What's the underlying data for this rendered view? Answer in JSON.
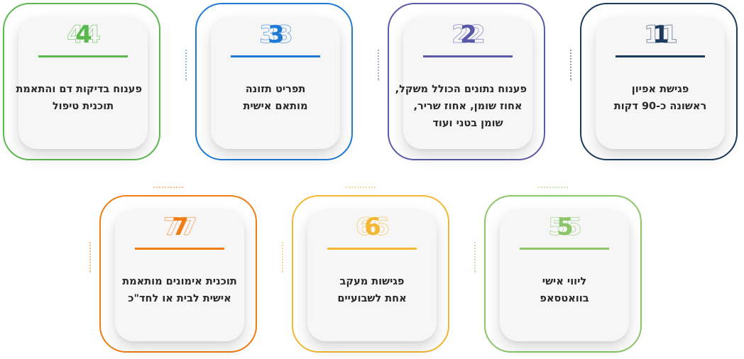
{
  "cards": [
    {
      "number": "1",
      "color": "#1b3a5c",
      "lines": [
        "פגישת אפיון",
        "ראשונה כ-90 דקות"
      ]
    },
    {
      "number": "2",
      "color": "#5a5aa8",
      "lines": [
        "פענוח נתונים הכולל משקל,",
        "אחוז שומן, אחוז שריר,",
        "שומן בטני ועוד"
      ]
    },
    {
      "number": "3",
      "color": "#1f7ad4",
      "lines": [
        "תפריט תזונה",
        "מותאם אישית"
      ]
    },
    {
      "number": "4",
      "color": "#5bb84e",
      "lines": [
        "פענוח בדיקות דם והתאמת",
        "תוכנית טיפול"
      ]
    },
    {
      "number": "5",
      "color": "#8cc56a",
      "lines": [
        "ליווי אישי",
        "בוואטסאפ"
      ]
    },
    {
      "number": "6",
      "color": "#f3b734",
      "lines": [
        "פגישות מעקב",
        "אחת לשבועיים"
      ]
    },
    {
      "number": "7",
      "color": "#ef7d14",
      "lines": [
        "תוכנית אימונים מותאמת",
        "אישית לבית או לחד\"כ"
      ]
    }
  ]
}
